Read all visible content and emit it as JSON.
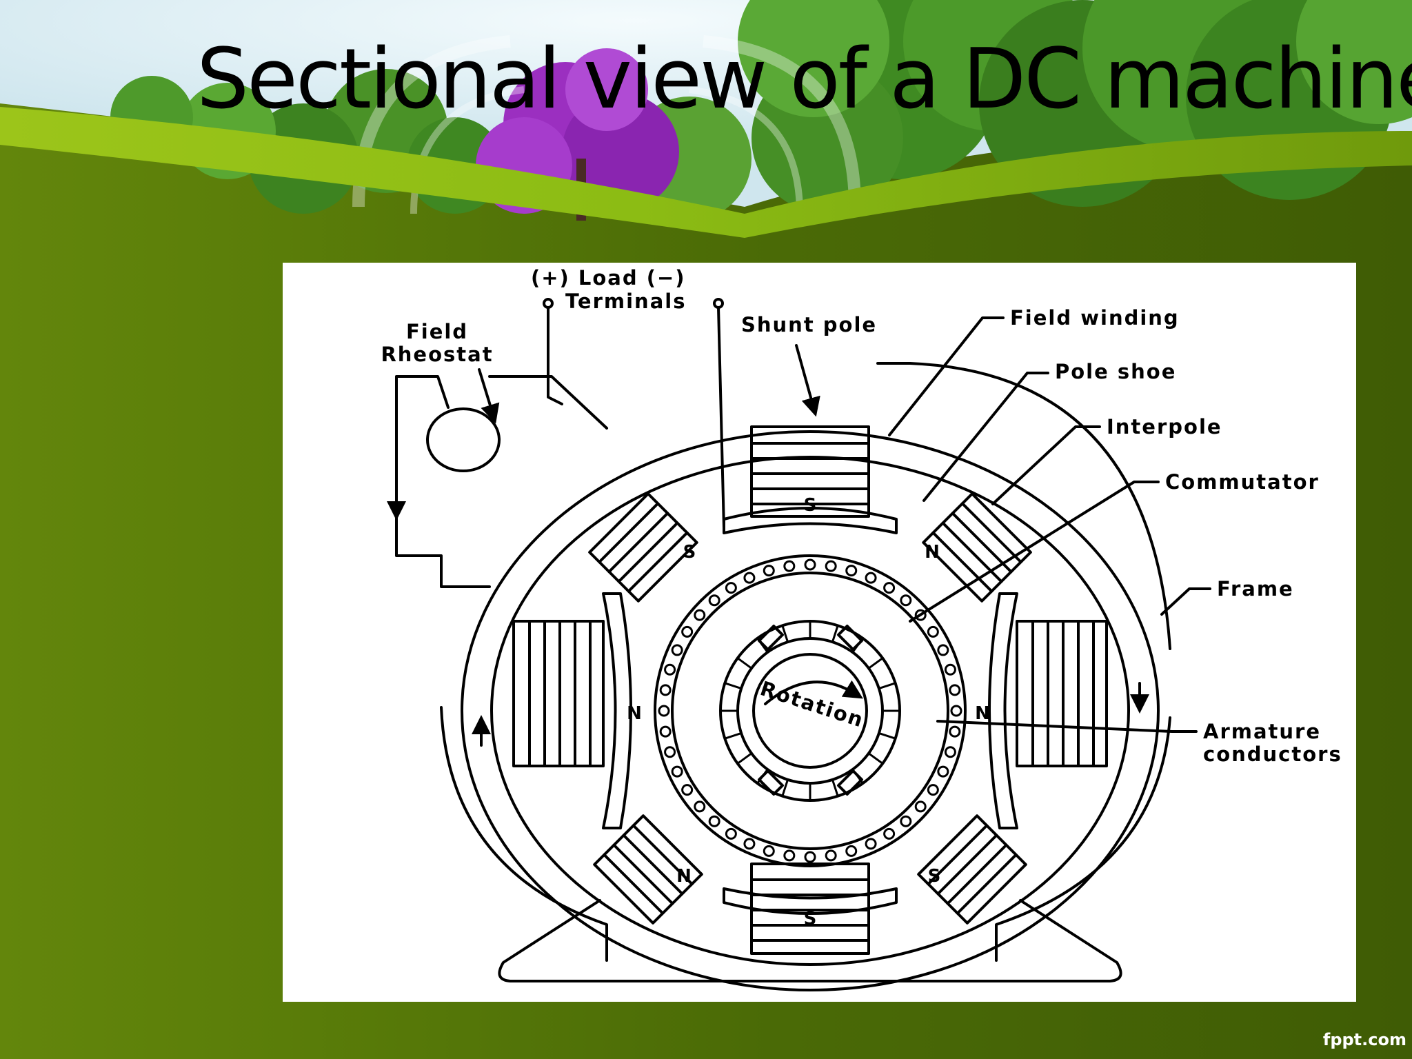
{
  "slide": {
    "title": "Sectional view of a DC machine",
    "credit": "fppt.com"
  },
  "diagram": {
    "labels": {
      "load_terminals_top": "(+)  Load  (−)",
      "load_terminals_bottom": "Terminals",
      "field_rheostat_line1": "Field",
      "field_rheostat_line2": "Rheostat",
      "shunt_pole": "Shunt pole",
      "field_winding": "Field winding",
      "pole_shoe": "Pole shoe",
      "interpole": "Interpole",
      "commutator": "Commutator",
      "frame": "Frame",
      "armature_line1": "Armature",
      "armature_line2": "conductors",
      "rotation": "Rotation"
    },
    "poles": {
      "top": "S",
      "bottom": "S",
      "left": "N",
      "right": "N",
      "interpole_upper_left": "S",
      "interpole_upper_right": "N",
      "interpole_lower_left": "N",
      "interpole_lower_right": "S"
    }
  },
  "colors": {
    "background_green": "#4a6a06",
    "accent_green": "#8cbc14",
    "tree_green": "#3f8a22",
    "tree_purple": "#9b2fc0",
    "sky": "#dff0f5"
  }
}
